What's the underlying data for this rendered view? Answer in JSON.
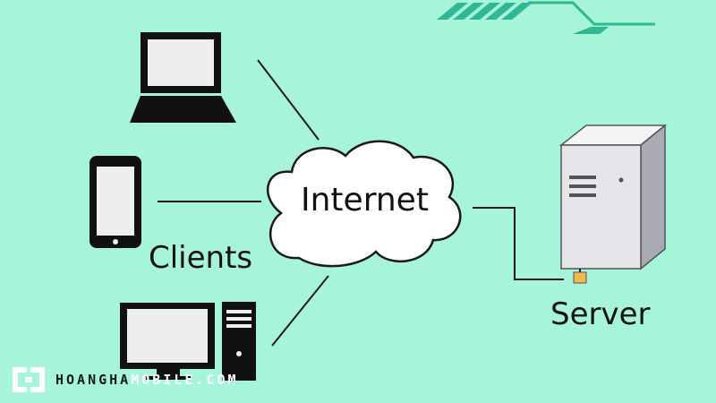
{
  "diagram": {
    "internet_label": "Internet",
    "clients_label": "Clients",
    "server_label": "Server",
    "nodes": [
      "laptop-icon",
      "smartphone-icon",
      "desktop-computer-icon",
      "cloud-icon",
      "server-tower-icon"
    ]
  },
  "watermark": {
    "text_dark": "HOANGHA",
    "text_light": "MOBILE.COM"
  },
  "colors": {
    "background": "#a6f5d9",
    "line": "#1a1a1a",
    "device_frame": "#111111",
    "screen": "#eeeeee",
    "server_body": "#e6e6ea",
    "server_side": "#a9aab3",
    "connector": "#f2b84b",
    "decor": "#2fb893"
  }
}
